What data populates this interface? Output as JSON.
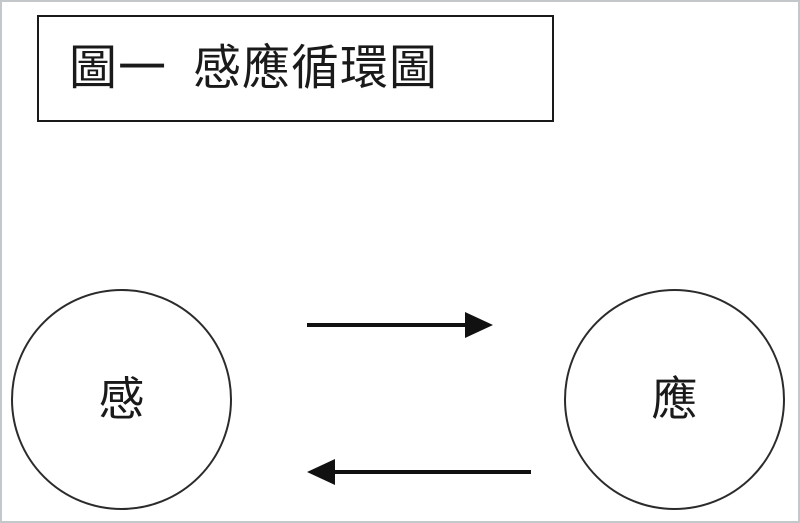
{
  "figure": {
    "title": "圖一  感應循環圖",
    "nodes": {
      "left": "感",
      "right": "應"
    }
  },
  "icons": {
    "top_arrow": "arrow-right",
    "bottom_arrow": "arrow-left"
  },
  "colors": {
    "ink": "#1a1a1a",
    "circle_stroke": "#2b2b2b",
    "background": "#ffffff",
    "frame": "#c4c8cb"
  }
}
